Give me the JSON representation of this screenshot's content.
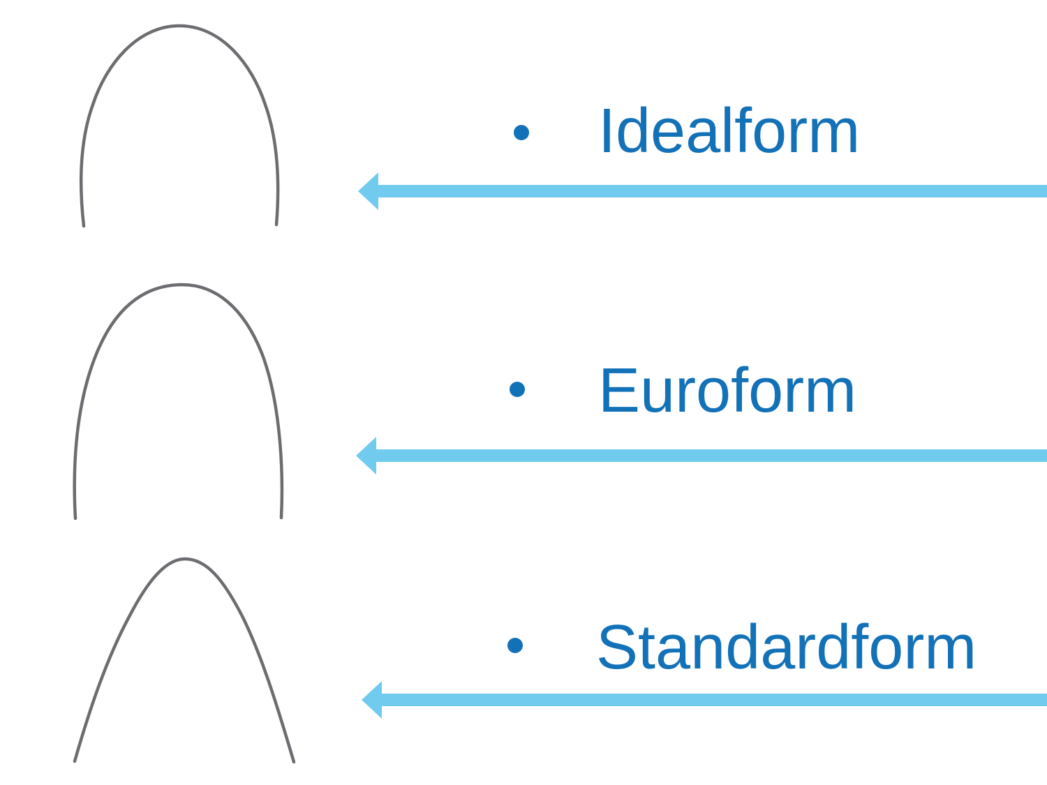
{
  "slide": {
    "items": [
      {
        "label": "Idealform",
        "bullet_glyph": "•",
        "shape": "idealform-archwire",
        "arrow_direction": "left"
      },
      {
        "label": "Euroform",
        "bullet_glyph": "•",
        "shape": "euroform-archwire",
        "arrow_direction": "left"
      },
      {
        "label": "Standardform",
        "bullet_glyph": "•",
        "shape": "standardform-archwire",
        "arrow_direction": "left"
      }
    ],
    "colors": {
      "label_text": "#1371B7",
      "bullet": "#1371B7",
      "arrow": "#70CBEF",
      "wire": "#6B6D70",
      "background": "#FFFFFF"
    }
  }
}
